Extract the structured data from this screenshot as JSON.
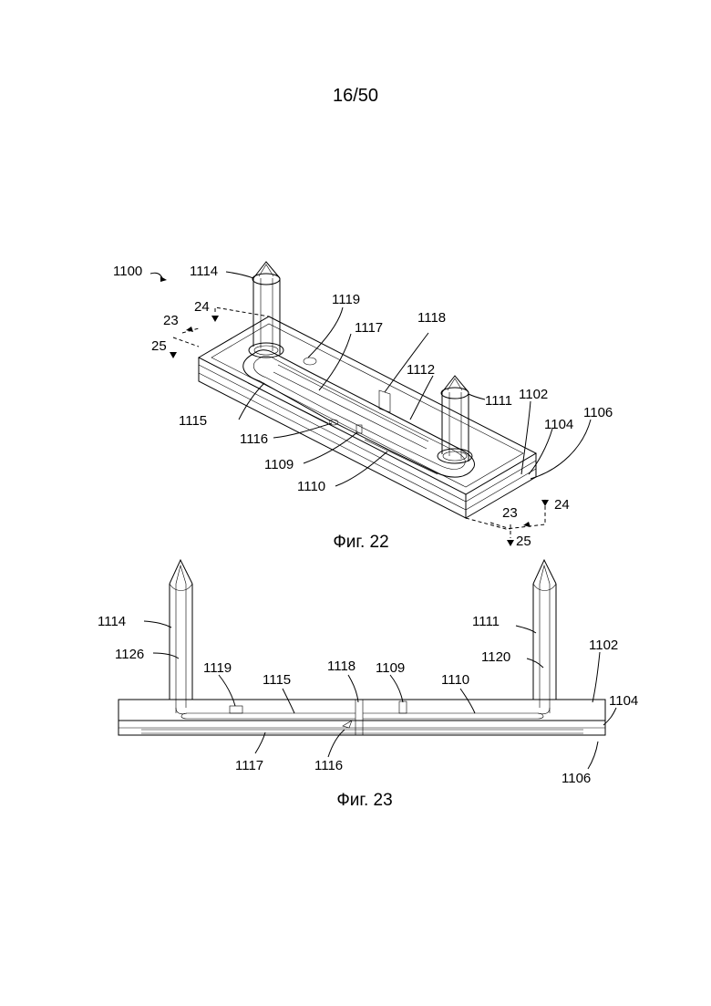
{
  "page_number": "16/50",
  "figures": [
    {
      "caption": "Фиг. 22",
      "labels": {
        "l1100": "1100",
        "l1114": "1114",
        "l1119": "1119",
        "l1117": "1117",
        "l1118": "1118",
        "l1112": "1112",
        "l1111": "1111",
        "l1102": "1102",
        "l1104": "1104",
        "l1106": "1106",
        "l1115": "1115",
        "l1116": "1116",
        "l1109": "1109",
        "l1110": "1110",
        "s23a": "23",
        "s24a": "24",
        "s25a": "25",
        "s23b": "23",
        "s24b": "24",
        "s25b": "25"
      }
    },
    {
      "caption": "Фиг. 23",
      "labels": {
        "l1114": "1114",
        "l1126": "1126",
        "l1119": "1119",
        "l1115": "1115",
        "l1118": "1118",
        "l1109": "1109",
        "l1110": "1110",
        "l1111": "1111",
        "l1120": "1120",
        "l1102": "1102",
        "l1104": "1104",
        "l1106": "1106",
        "l1117": "1117",
        "l1116": "1116"
      }
    }
  ]
}
